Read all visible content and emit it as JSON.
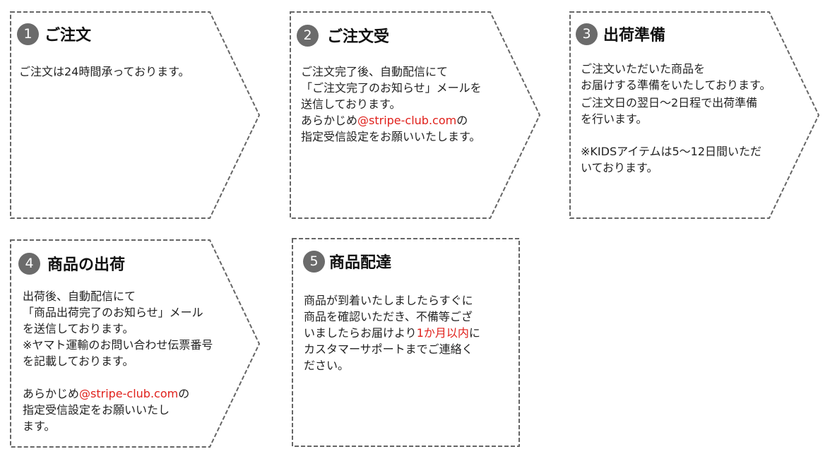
{
  "steps": [
    {
      "number": "1",
      "title": "ご注文",
      "lines": [
        "ご注文は24時間承っております。"
      ]
    },
    {
      "number": "2",
      "title": "ご注文受",
      "lines": [
        "ご注文完了後、自動配信にて",
        "「ご注文完了のお知らせ」メールを",
        "送信しております。"
      ],
      "email_line": {
        "prefix": "あらかじめ",
        "highlight": "@stripe-club.com",
        "suffix": "の"
      },
      "last_line": "指定受信設定をお願いいたします。"
    },
    {
      "number": "3",
      "title": "出荷準備",
      "lines": [
        "ご注文いただいた商品を",
        "お届けする準備をいたしております。",
        "ご注文日の翌日～2日程で出荷準備",
        "を行います。"
      ],
      "note_lines": [
        "※KIDSアイテムは5～12日間いただ",
        "いております。"
      ]
    },
    {
      "number": "4",
      "title": "商品の出荷",
      "lines": [
        "出荷後、自動配信にて",
        "「商品出荷完了のお知らせ」メール",
        "を送信しております。",
        "※ヤマト運輸のお問い合わせ伝票番号",
        "を記載しております。"
      ],
      "email_line": {
        "prefix": "あらかじめ",
        "highlight": "@stripe-club.com",
        "suffix": "の"
      },
      "last_lines": [
        "指定受信設定をお願いいたし",
        "ます。"
      ]
    },
    {
      "number": "5",
      "title": "商品配達",
      "lines": [
        "商品が到着いたしましたらすぐに",
        "商品を確認いただき、不備等ござ"
      ],
      "highlight_line": {
        "prefix": "いましたらお届けより",
        "highlight": "1か月以内",
        "suffix": "に"
      },
      "last_lines": [
        "カスタマーサポートまでご連絡く",
        "ださい。"
      ]
    }
  ],
  "colors": {
    "accent_red": "#e0201b",
    "badge": "#6b6b6b",
    "border": "#666666"
  }
}
